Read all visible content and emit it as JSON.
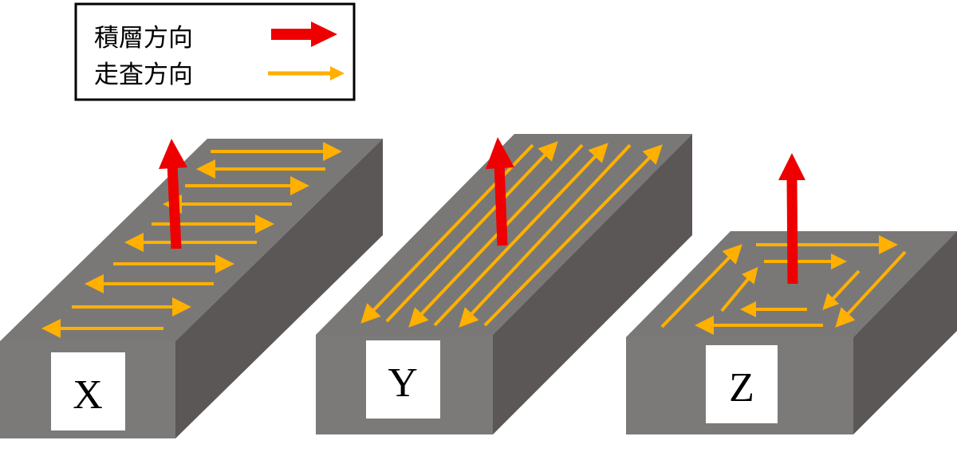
{
  "legend": {
    "build_direction_label": "積層方向",
    "scan_direction_label": "走査方向"
  },
  "specimens": [
    {
      "label": "X"
    },
    {
      "label": "Y"
    },
    {
      "label": "Z"
    }
  ],
  "colors": {
    "build_arrow": "#ee0000",
    "scan_arrow": "#ffb000",
    "block_top": "#7a7877",
    "block_front": "#7c7a79",
    "block_side": "#5a5756",
    "label_box": "#ffffff"
  }
}
